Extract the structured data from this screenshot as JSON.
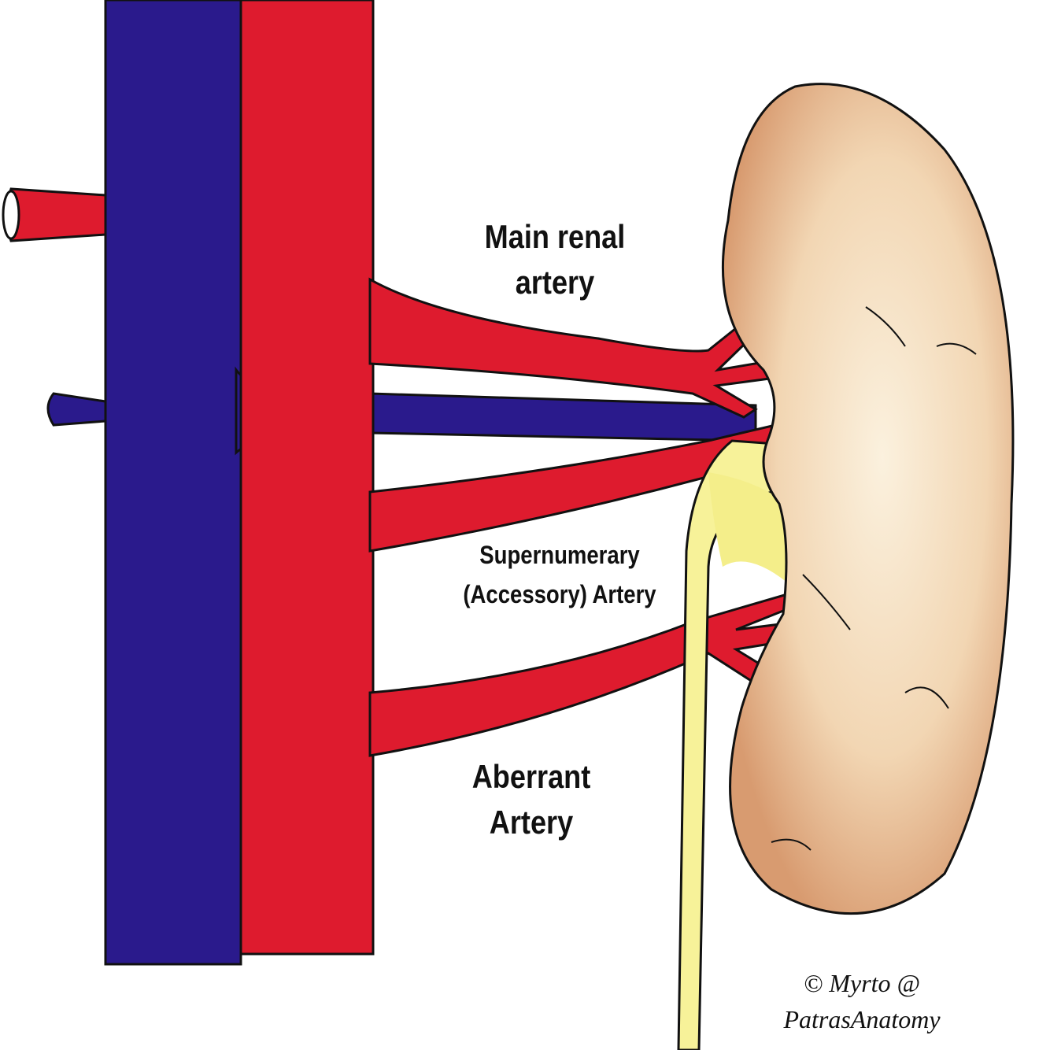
{
  "labels": {
    "main_renal": [
      "Main renal",
      "artery"
    ],
    "supernumerary": [
      "Supernumerary",
      "(Accessory) Artery"
    ],
    "aberrant": [
      "Aberrant",
      "Artery"
    ]
  },
  "credit": [
    "© Myrto @",
    "PatrasAnatomy"
  ],
  "colors": {
    "vein": "#2a1a8c",
    "aorta": "#de1b2e",
    "kidney": "#f3d9b8",
    "kidney_shadow": "#d9a27a",
    "ureter": "#f7f299",
    "pelvis": "#f4ee8a",
    "outline": "#111111"
  }
}
